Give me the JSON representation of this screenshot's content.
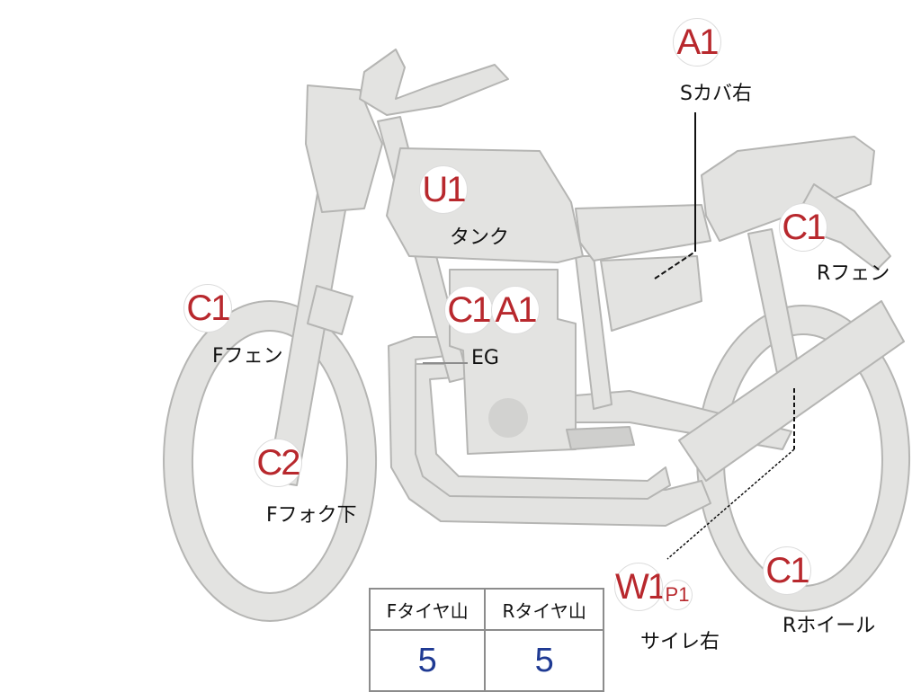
{
  "colors": {
    "part_fill": "#e3e3e1",
    "part_stroke": "#b5b5b3",
    "grade_text": "#b8282d",
    "tread_value": "#1f3a93"
  },
  "icons": [
    "motorcycle-silhouette-icon"
  ],
  "grades": {
    "rear_cover_right": "A1",
    "tank": "U1",
    "rear_fender": "C1",
    "front_fender": "C1",
    "engine_1": "C1",
    "engine_2": "A1",
    "front_fork_lower": "C2",
    "muffler_right": "W1",
    "muffler_right_sub": "P1",
    "rear_wheel": "C1"
  },
  "parts": {
    "rear_cover_right": "Sカバ右",
    "tank": "タンク",
    "rear_fender": "Rフェン",
    "front_fender": "Fフェン",
    "engine": "EG",
    "front_fork_lower": "Fフォク下",
    "muffler_right": "サイレ右",
    "rear_wheel": "Rホイール"
  },
  "tread_table": {
    "headers": [
      "Fタイヤ山",
      "Rタイヤ山"
    ],
    "values": [
      "5",
      "5"
    ]
  }
}
